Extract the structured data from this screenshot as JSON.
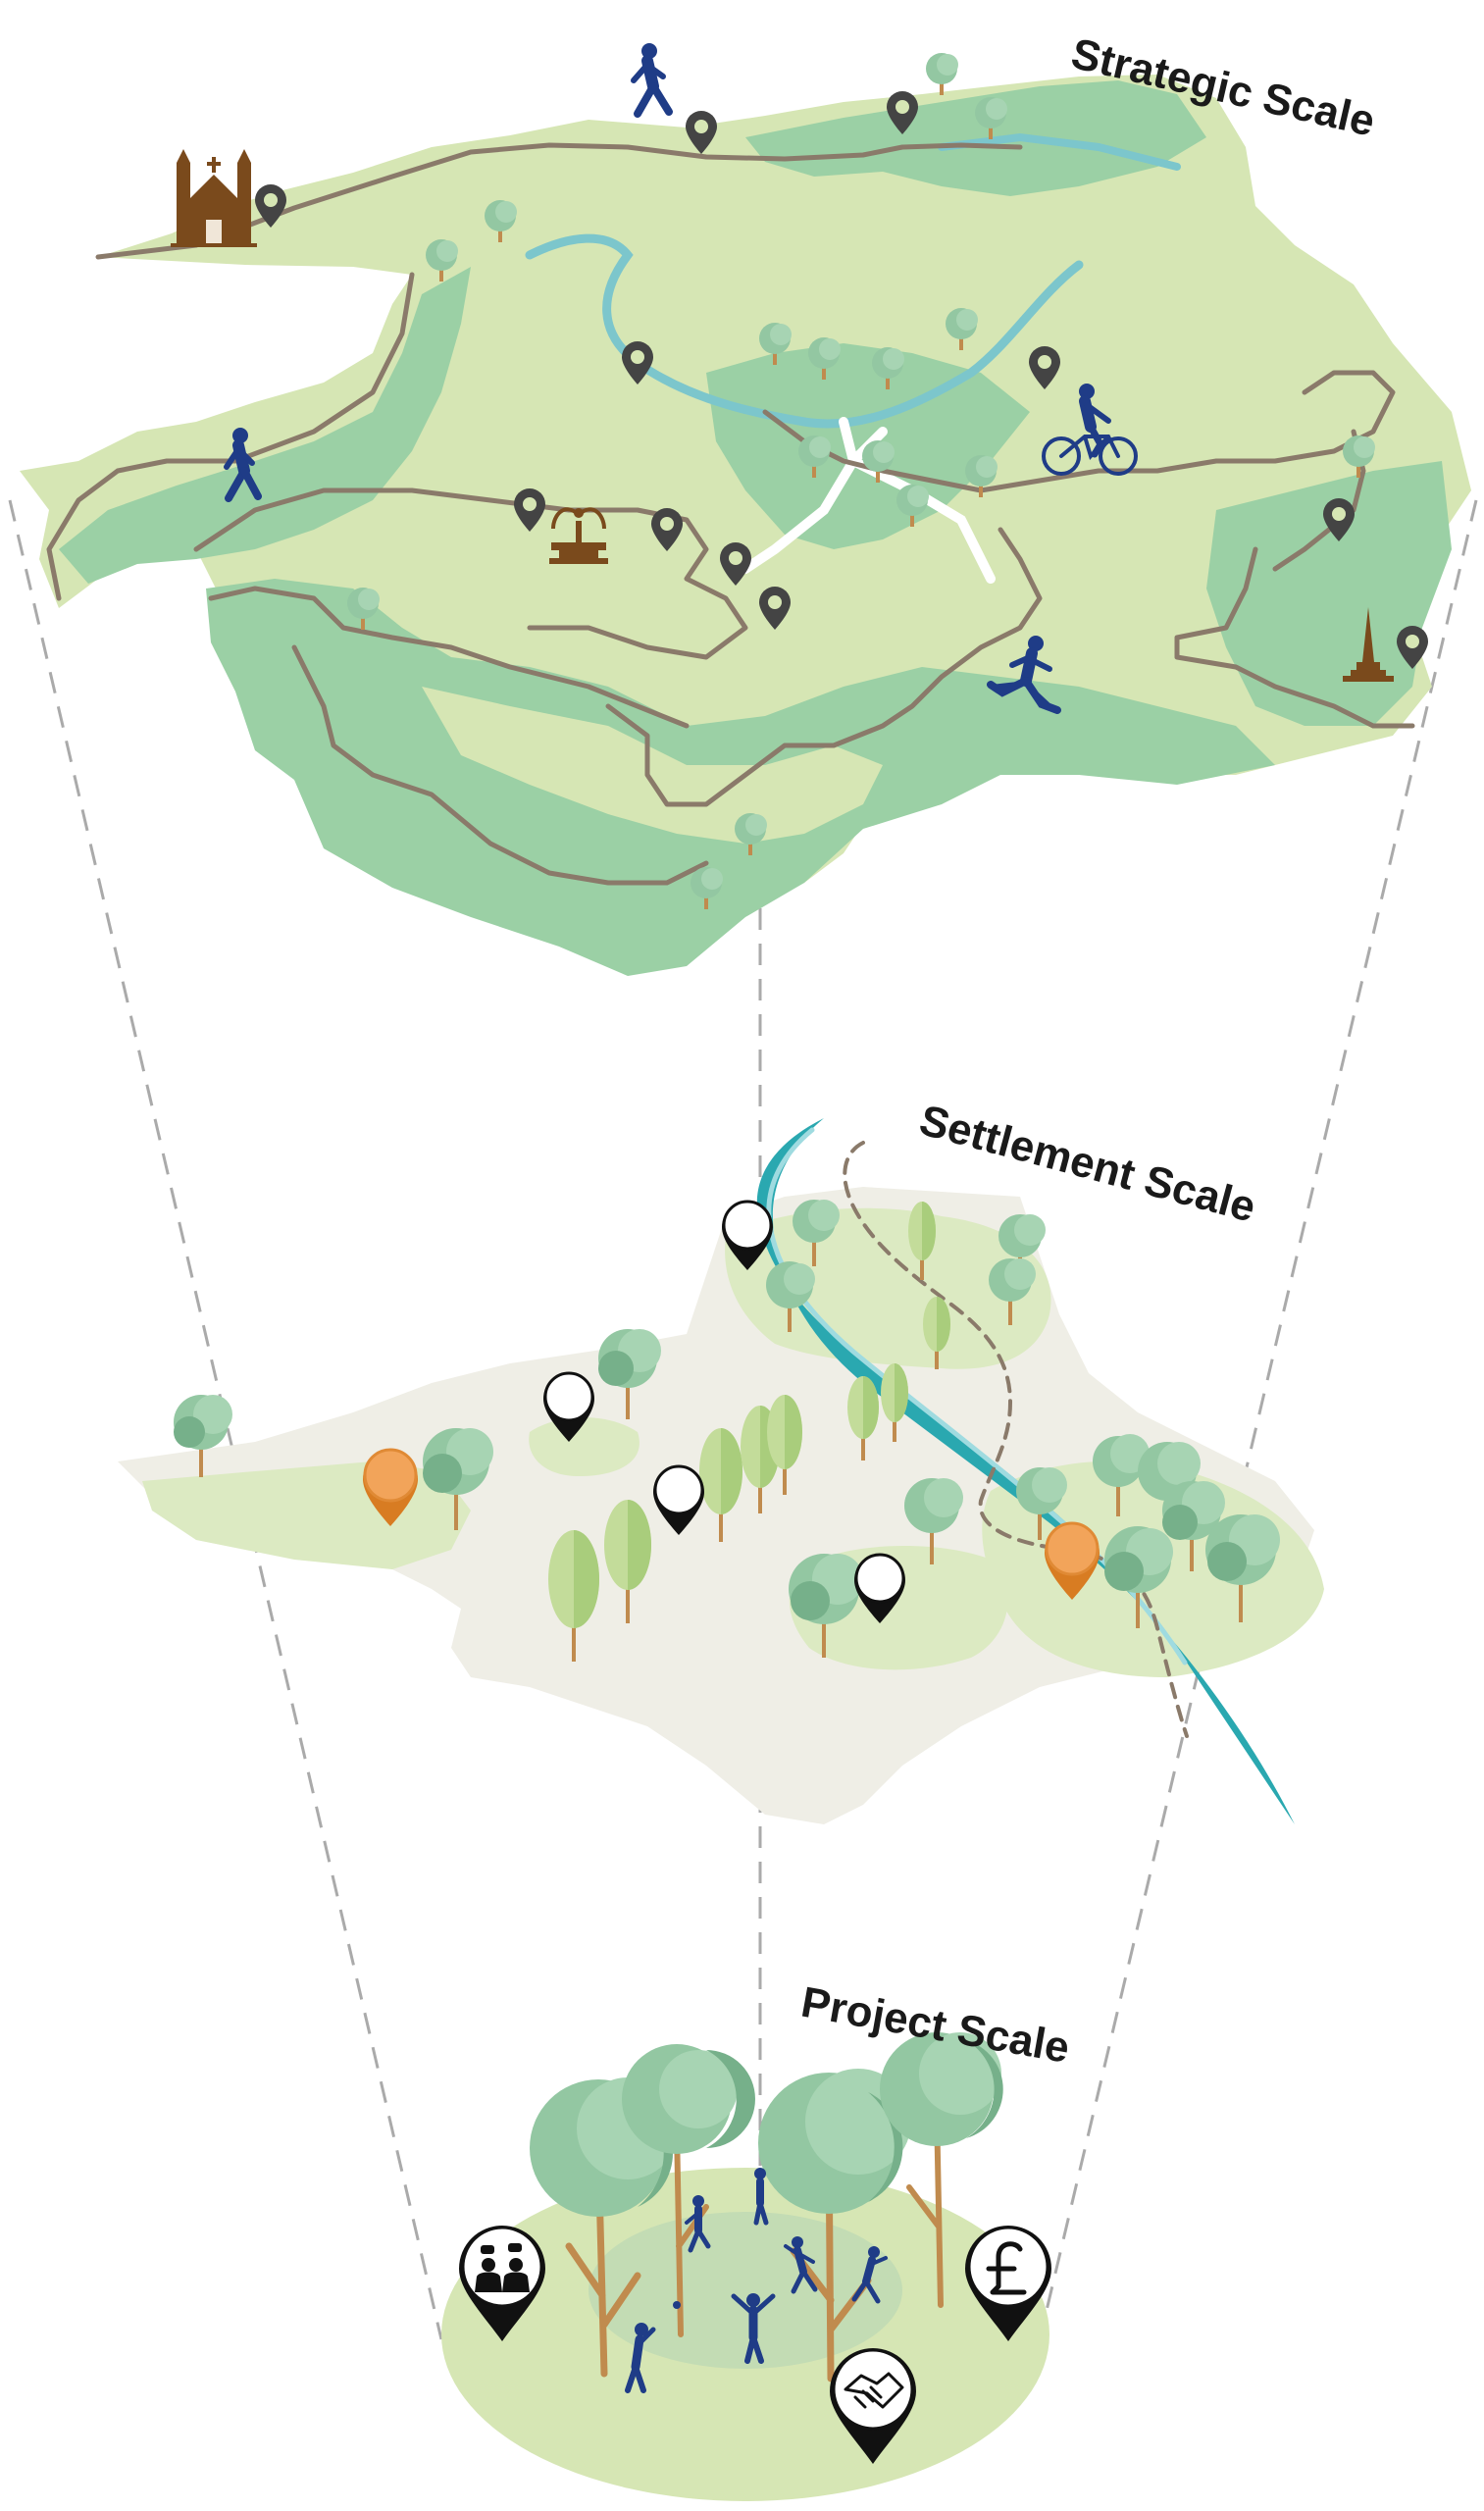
{
  "labels": {
    "strategic": "Strategic Scale",
    "settlement": "Settlement Scale",
    "project": "Project Scale"
  },
  "colors": {
    "land_light": "#d6e6b4",
    "land_dark": "#9bd0a5",
    "river": "#7cc6cc",
    "river_teal": "#2aa8b0",
    "path": "#8a7a6a",
    "tree_crown": "#93c7a2",
    "tree_crown_shade": "#76b08a",
    "tree_trunk": "#c08b4e",
    "pin_dark": "#444444",
    "pin_white": "#ffffff",
    "pin_orange": "#f2a45a",
    "figure_blue": "#1f3c87",
    "landmark_brown": "#7a4a1c",
    "settlement_ground": "#efeee6",
    "dashed_connector": "#aaaaaa"
  },
  "icons": {
    "church": "church-icon",
    "fountain": "fountain-icon",
    "monument": "obelisk-monument-icon",
    "walker": "walking-person-icon",
    "cyclist": "cyclist-icon",
    "runner": "runner-icon",
    "community": "community-people-icon",
    "funding": "pound-sign-icon",
    "partnership": "handshake-icon"
  }
}
